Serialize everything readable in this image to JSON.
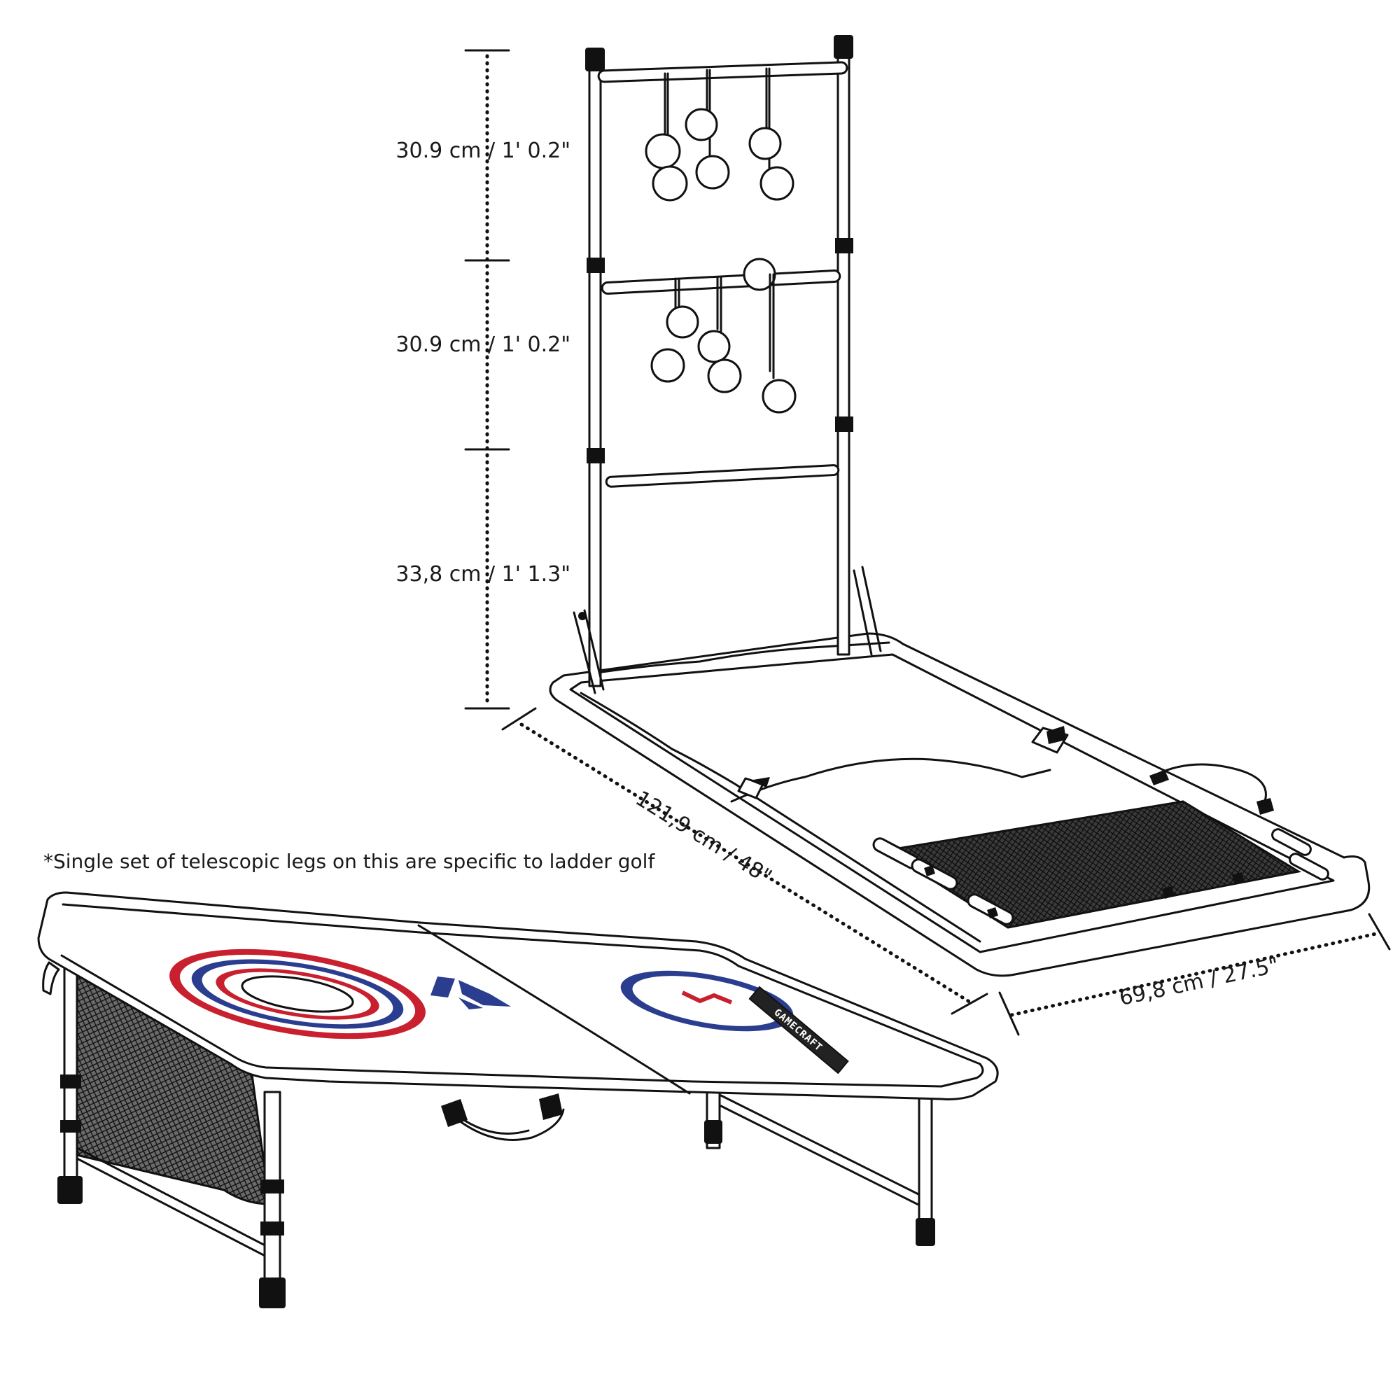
{
  "note": "*Single set of telescopic legs on this are specific to ladder golf",
  "dimensions": {
    "ladder_top": "30.9 cm / 1' 0.2\"",
    "ladder_middle": "30.9 cm / 1' 0.2\"",
    "ladder_bottom": "33,8 cm / 1' 1.3\"",
    "length": "121,9 cm / 48\"",
    "width": "69,8 cm / 27.5\""
  },
  "brand_plate": "GAMECRAFT",
  "colors": {
    "ring_red": "#c8202e",
    "ring_blue": "#2a3d8f",
    "line": "#111111",
    "net": "#2b2b2b"
  }
}
